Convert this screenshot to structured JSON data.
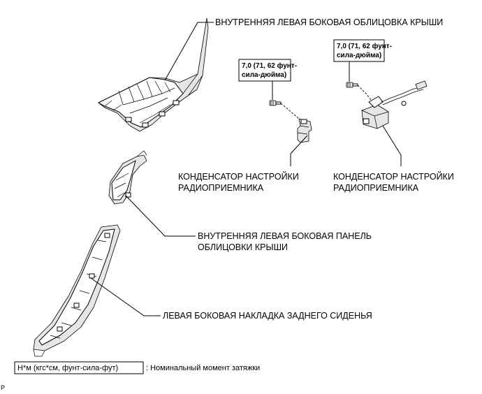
{
  "labels": {
    "roof_side_garnish": "ВНУТРЕННЯЯ ЛЕВАЯ БОКОВАЯ ОБЛИЦОВКА КРЫШИ",
    "condenser_left_line1": "КОНДЕНСАТОР НАСТРОЙКИ",
    "condenser_left_line2": "РАДИОПРИЕМНИКА",
    "condenser_right_line1": "КОНДЕНСАТОР НАСТРОЙКИ",
    "condenser_right_line2": "РАДИОПРИЕМНИКА",
    "roof_side_panel_line1": "ВНУТРЕННЯЯ ЛЕВАЯ БОКОВАЯ ПАНЕЛЬ",
    "roof_side_panel_line2": "ОБЛИЦОВКИ КРЫШИ",
    "rear_seat_garnish": "ЛЕВАЯ БОКОВАЯ НАКЛАДКА ЗАДНЕГО СИДЕНЬЯ"
  },
  "torque": {
    "left_line1": "7,0 (71, 62 фунт-",
    "left_line2": "сила-дюйма)",
    "right_line1": "7,0 (71, 62 фунт-",
    "right_line2": "сила-дюйма)"
  },
  "legend": {
    "units": "Н*м (кгс*см, фунт-сила-фут)",
    "description": ": Номинальный момент затяжки"
  },
  "figure_code": "P"
}
